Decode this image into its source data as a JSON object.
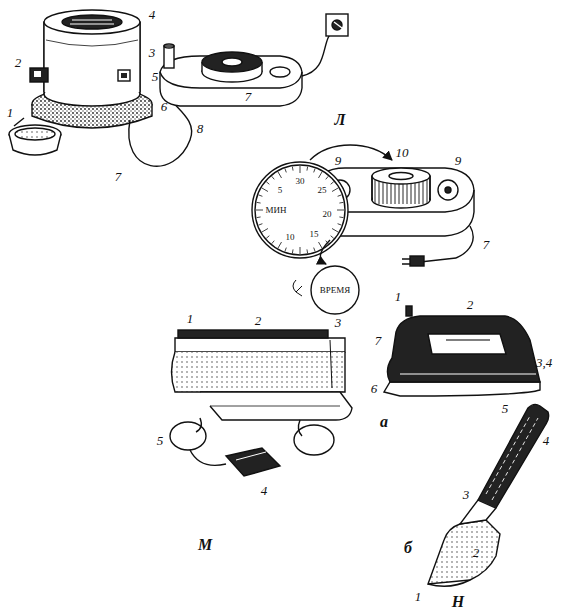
{
  "diagram": {
    "labels": [
      "1",
      "2",
      "3",
      "4",
      "5",
      "6",
      "7",
      "7",
      "8",
      "Л",
      "9",
      "10",
      "9",
      "7",
      "МИН",
      "30",
      "25",
      "20",
      "15",
      "10",
      "5",
      "ВРЕМЯ",
      "1",
      "2",
      "3",
      "4",
      "5",
      "М",
      "1",
      "2",
      "7",
      "3,4",
      "6",
      "5",
      "а",
      "1",
      "2",
      "3",
      "4",
      "б",
      "Н"
    ]
  }
}
